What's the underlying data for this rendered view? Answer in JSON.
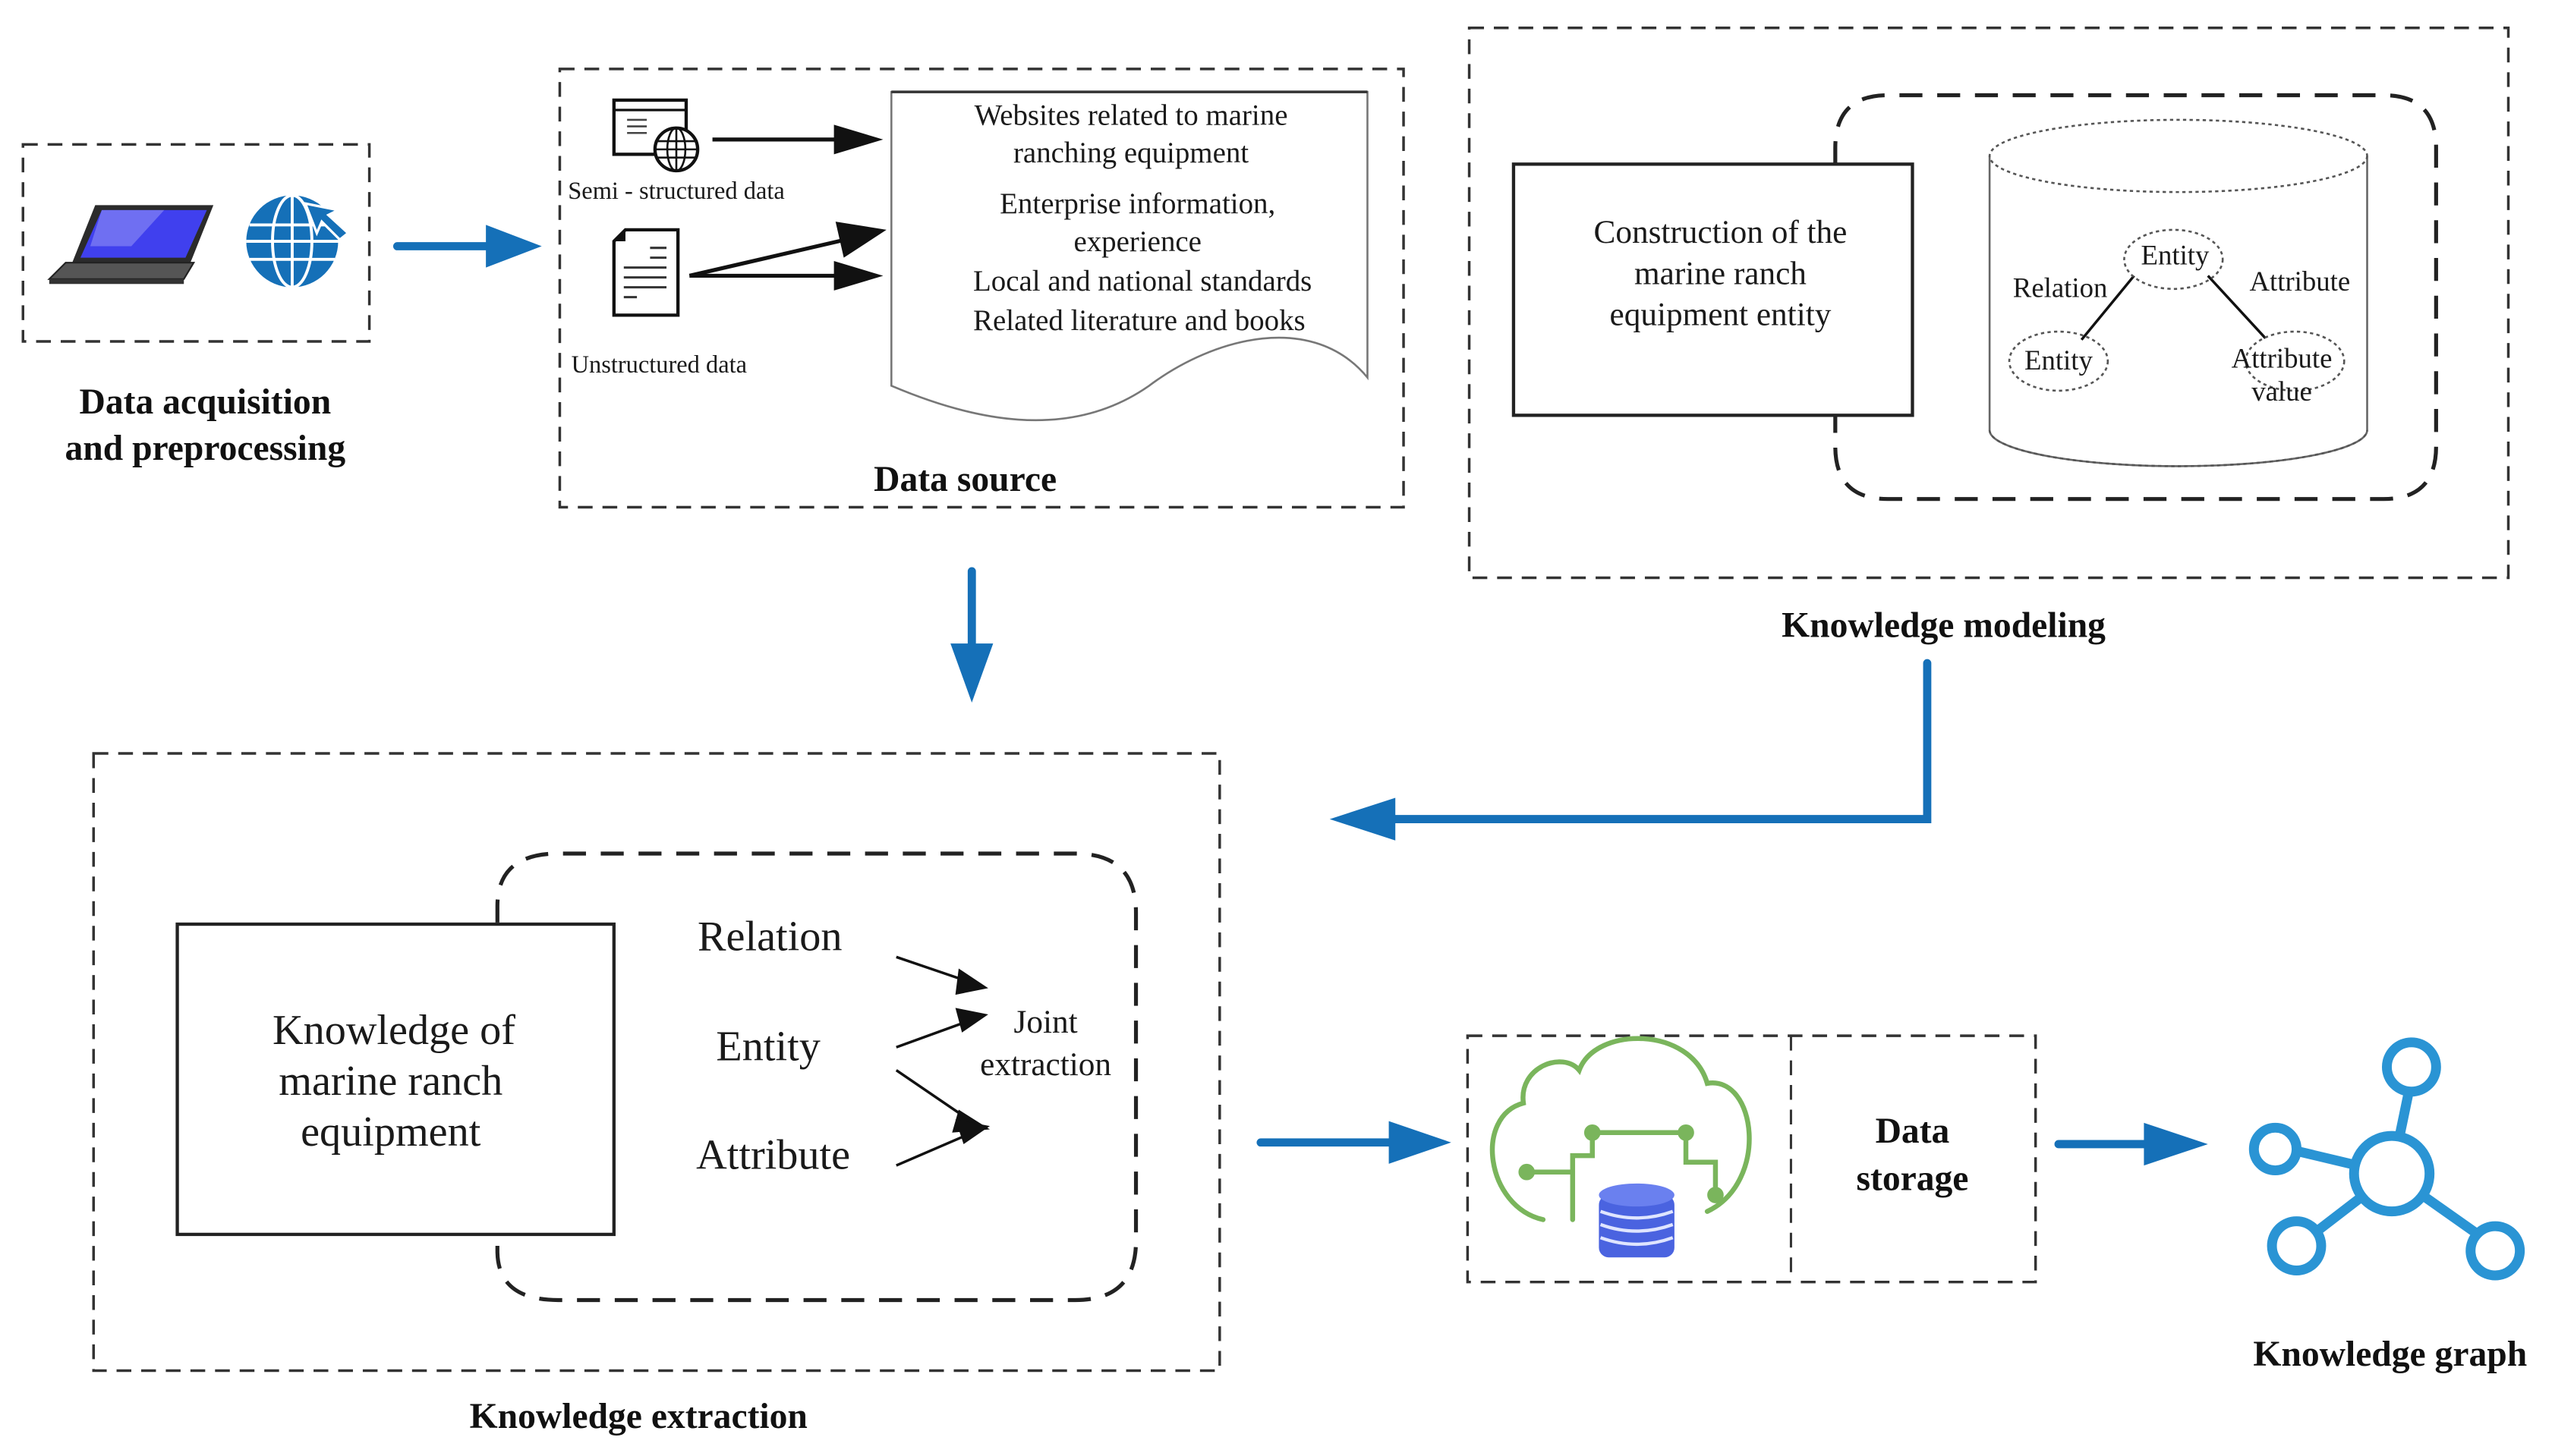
{
  "diagram": {
    "acquisition": {
      "label_line1": "Data acquisition",
      "label_line2": "and preprocessing",
      "icons": [
        "laptop-icon",
        "globe-cursor-icon"
      ]
    },
    "data_source": {
      "title": "Data source",
      "semi_structured_label": "Semi - structured data",
      "unstructured_label": "Unstructured data",
      "document_lines": [
        "Websites related to marine",
        "ranching equipment",
        "Enterprise information,",
        "experience",
        "Local and national standards",
        "Related literature and books"
      ]
    },
    "knowledge_modeling": {
      "title": "Knowledge modeling",
      "construction_lines": [
        "Construction of the",
        "marine ranch",
        "equipment entity"
      ],
      "graph": {
        "top_node": "Entity",
        "left_node": "Entity",
        "right_node_line1": "Attribute",
        "right_node_line2": "value",
        "left_edge": "Relation",
        "right_edge": "Attribute"
      }
    },
    "knowledge_extraction": {
      "title": "Knowledge extraction",
      "box_lines": [
        "Knowledge of",
        "marine ranch",
        "equipment"
      ],
      "items": [
        "Relation",
        "Entity",
        "Attribute"
      ],
      "joint_line1": "Joint",
      "joint_line2": "extraction"
    },
    "data_storage": {
      "label_line1": "Data",
      "label_line2": "storage"
    },
    "knowledge_graph": {
      "title": "Knowledge graph"
    },
    "colors": {
      "flow_arrow": "#1570b8",
      "cloud": "#7ab55c",
      "database": "#4a63e0",
      "graph_icon": "#2a94d4",
      "laptop_screen": "#3a3ae8"
    }
  }
}
